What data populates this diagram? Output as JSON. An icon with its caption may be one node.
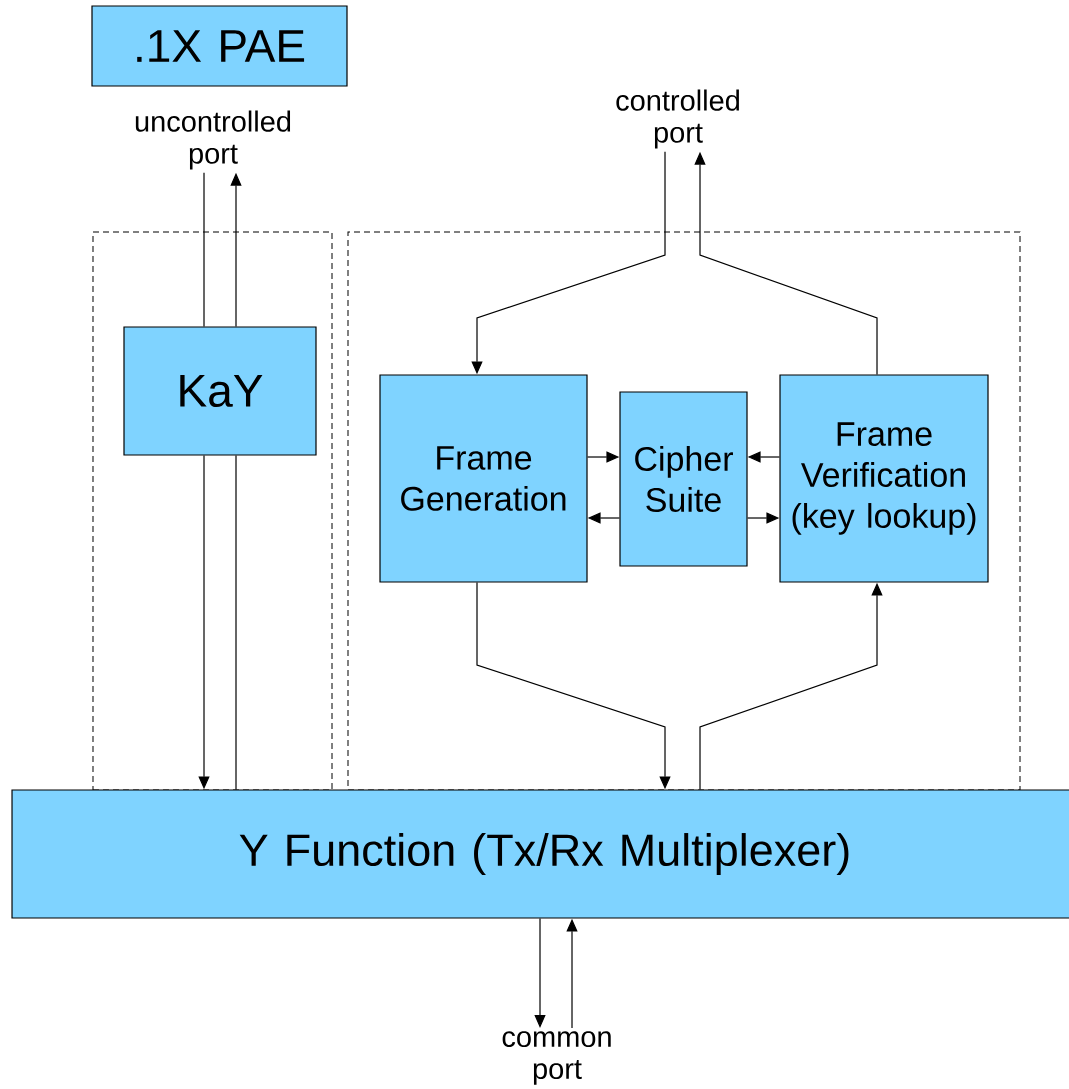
{
  "diagram": {
    "nodes": [
      {
        "text": [
          ".1X PAE"
        ]
      },
      {
        "text": [],
        "shape": "box"
      },
      {
        "text": [
          "KaY"
        ],
        "in": 1
      },
      {
        "text": [],
        "shape": "box"
      },
      {
        "text": [
          "Frame Generation"
        ],
        "in": 3
      },
      {
        "text": [
          "Cipher Suite"
        ],
        "in": 3
      },
      {
        "text": [
          "Frame Verification (key lookup)"
        ],
        "in": 3
      },
      {
        "text": [
          "Y Function (Tx/Rx Multiplexer)"
        ]
      },
      {
        "text": [
          "uncontrolled port"
        ]
      },
      {
        "text": [
          "controlled port"
        ]
      },
      {
        "text": [
          "common port"
        ]
      }
    ],
    "edges": [
      {
        "from": 8,
        "to": 2,
        "arrow": "none"
      },
      {
        "from": 2,
        "to": 7,
        "arrow": "to"
      },
      {
        "from": 7,
        "to": 2,
        "arrow": "none"
      },
      {
        "from": 2,
        "to": 8,
        "arrow": "to"
      },
      {
        "from": 9,
        "to": 4,
        "arrow": "to"
      },
      {
        "from": 6,
        "to": 9,
        "arrow": "to"
      },
      {
        "from": 4,
        "to": 5,
        "arrow": "to"
      },
      {
        "from": 5,
        "to": 4,
        "arrow": "to"
      },
      {
        "from": 6,
        "to": 5,
        "arrow": "to"
      },
      {
        "from": 5,
        "to": 6,
        "arrow": "to"
      },
      {
        "from": 4,
        "to": 7,
        "arrow": "to"
      },
      {
        "from": 7,
        "to": 6,
        "arrow": "to"
      },
      {
        "from": 7,
        "to": 10,
        "arrow": "to"
      },
      {
        "from": 10,
        "to": 7,
        "arrow": "to"
      }
    ]
  }
}
